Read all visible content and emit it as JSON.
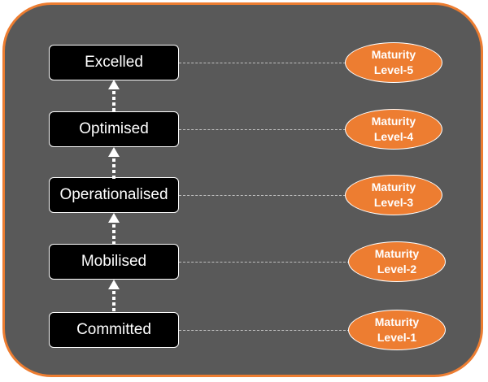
{
  "diagram": {
    "stages": [
      {
        "label": "Excelled"
      },
      {
        "label": "Optimised"
      },
      {
        "label": "Operationalised"
      },
      {
        "label": "Mobilised"
      },
      {
        "label": "Committed"
      }
    ],
    "levels": [
      {
        "line1": "Maturity",
        "line2": "Level-5"
      },
      {
        "line1": "Maturity",
        "line2": "Level-4"
      },
      {
        "line1": "Maturity",
        "line2": "Level-3"
      },
      {
        "line1": "Maturity",
        "line2": "Level-2"
      },
      {
        "line1": "Maturity",
        "line2": "Level-1"
      }
    ]
  },
  "colors": {
    "panel_background": "#595959",
    "panel_border": "#ed7d31",
    "stage_box": "#000000",
    "level_oval": "#ed7d31",
    "text": "#ffffff",
    "connector": "#bfbfbf"
  }
}
